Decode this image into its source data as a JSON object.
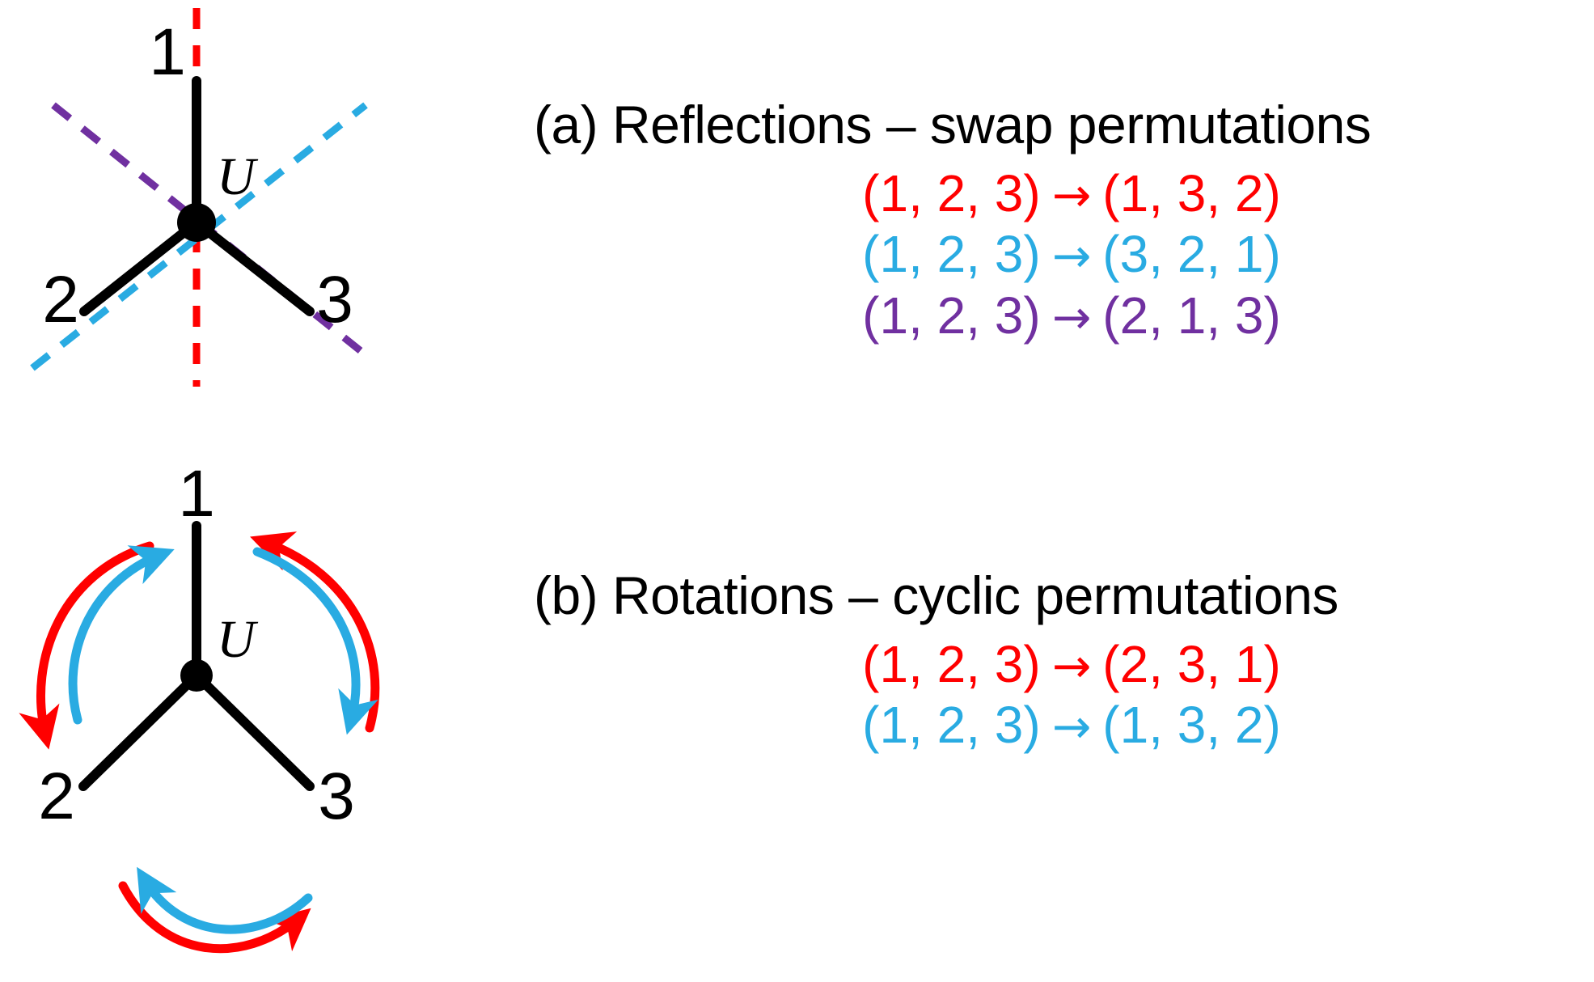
{
  "colors": {
    "red": "#FF0000",
    "cyan": "#29ABE2",
    "purple": "#7030A0",
    "black": "#000000",
    "background": "#FFFFFF"
  },
  "figures": {
    "reflections": {
      "vertex_label": "U",
      "branch_labels": {
        "one": "1",
        "two": "2",
        "three": "3"
      },
      "axes": [
        {
          "name": "mirror-axis-through-branch-1",
          "color": "#FF0000",
          "style": "dashed"
        },
        {
          "name": "mirror-axis-through-branch-2",
          "color": "#29ABE2",
          "style": "dashed"
        },
        {
          "name": "mirror-axis-through-branch-3",
          "color": "#7030A0",
          "style": "dashed"
        }
      ]
    },
    "rotations": {
      "vertex_label": "U",
      "branch_labels": {
        "one": "1",
        "two": "2",
        "three": "3"
      },
      "arcs": [
        {
          "name": "arc-1-to-2-left",
          "red_direction": "down",
          "cyan_direction": "up"
        },
        {
          "name": "arc-3-to-1-right",
          "red_direction": "up",
          "cyan_direction": "down"
        },
        {
          "name": "arc-2-to-3-bottom",
          "red_direction": "right",
          "cyan_direction": "left"
        }
      ]
    }
  },
  "panels": [
    {
      "id": "reflections",
      "heading": "(a) Reflections – swap permutations",
      "permutations": [
        {
          "source": "(1, 2, 3)",
          "arrow": "→",
          "target": "(1, 3, 2)",
          "color": "#FF0000"
        },
        {
          "source": "(1, 2, 3)",
          "arrow": "→",
          "target": "(3, 2, 1)",
          "color": "#29ABE2"
        },
        {
          "source": "(1, 2, 3)",
          "arrow": "→",
          "target": "(2, 1, 3)",
          "color": "#7030A0"
        }
      ]
    },
    {
      "id": "rotations",
      "heading": "(b) Rotations – cyclic permutations",
      "permutations": [
        {
          "source": "(1, 2, 3)",
          "arrow": "→",
          "target": "(2, 3, 1)",
          "color": "#FF0000"
        },
        {
          "source": "(1, 2, 3)",
          "arrow": "→",
          "target": "(1, 3, 2)",
          "color": "#29ABE2"
        }
      ]
    }
  ]
}
